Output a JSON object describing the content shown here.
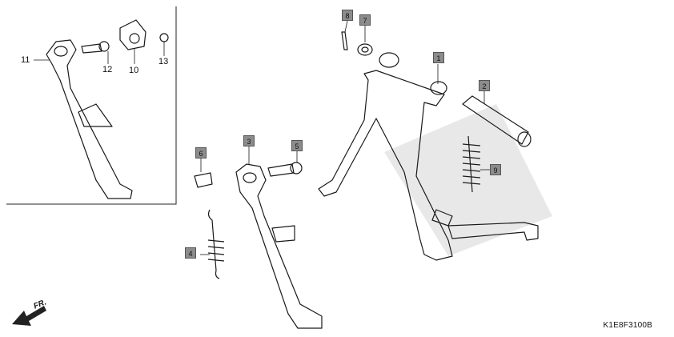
{
  "diagram_code": "K1E8F3100B",
  "direction_label": "FR.",
  "parts": {
    "p1": "1",
    "p2": "2",
    "p3": "3",
    "p4": "4",
    "p5": "5",
    "p6": "6",
    "p7": "7",
    "p8": "8",
    "p9": "9",
    "p10": "10",
    "p11": "11",
    "p12": "12",
    "p13": "13"
  },
  "colors": {
    "label_box": "#8c8c8c",
    "watermark": "#d0d0d0",
    "line": "#1a1a1a"
  }
}
